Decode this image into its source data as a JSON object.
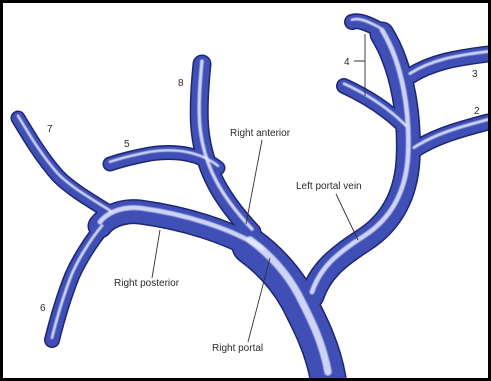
{
  "colors": {
    "vessel_core": "#3f4fb6",
    "vessel_edge": "#1d2673",
    "vessel_highlight": "#e6ebff",
    "text": "#2a2a2a",
    "frame": "#000000"
  },
  "labels": {
    "right_anterior": "Right anterior",
    "left_portal_vein": "Left portal vein",
    "right_posterior": "Right posterior",
    "right_portal": "Right portal"
  },
  "segments": {
    "s2": "2",
    "s3": "3",
    "s4": "4",
    "s5": "5",
    "s6": "6",
    "s7": "7",
    "s8": "8"
  }
}
